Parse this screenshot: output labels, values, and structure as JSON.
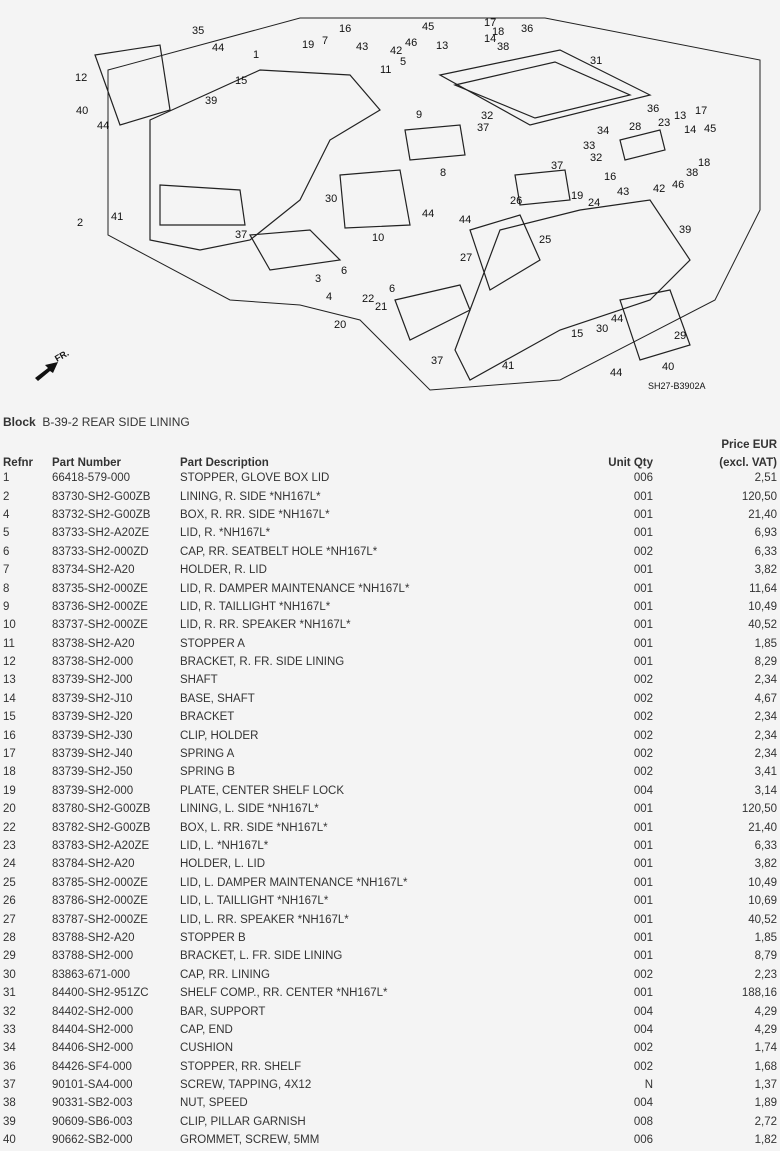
{
  "diagram": {
    "code": "SH27-B3902A",
    "direction_label": "FR.",
    "callouts": [
      "35",
      "44",
      "12",
      "15",
      "39",
      "40",
      "44",
      "1",
      "19",
      "16",
      "7",
      "43",
      "45",
      "46",
      "42",
      "13",
      "17",
      "18",
      "36",
      "14",
      "38",
      "5",
      "11",
      "31",
      "9",
      "32",
      "37",
      "36",
      "34",
      "28",
      "23",
      "13",
      "14",
      "17",
      "45",
      "33",
      "32",
      "37",
      "18",
      "38",
      "46",
      "42",
      "8",
      "16",
      "43",
      "19",
      "26",
      "24",
      "30",
      "44",
      "2",
      "41",
      "37",
      "10",
      "44",
      "25",
      "39",
      "6",
      "3",
      "4",
      "27",
      "6",
      "22",
      "21",
      "20",
      "15",
      "30",
      "44",
      "29",
      "37",
      "41",
      "40",
      "44"
    ]
  },
  "block": {
    "label": "Block",
    "value": "B-39-2 REAR SIDE LINING"
  },
  "table": {
    "headers": {
      "refnr": "Refnr",
      "part_number": "Part Number",
      "description": "Part Description",
      "qty": "Unit Qty",
      "price_line1": "Price EUR",
      "price_line2": "(excl. VAT)"
    },
    "rows": [
      [
        "1",
        "66418-579-000",
        "STOPPER, GLOVE BOX LID",
        "006",
        "2,51"
      ],
      [
        "2",
        "83730-SH2-G00ZB",
        "LINING, R. SIDE *NH167L*",
        "001",
        "120,50"
      ],
      [
        "4",
        "83732-SH2-G00ZB",
        "BOX, R. RR. SIDE *NH167L*",
        "001",
        "21,40"
      ],
      [
        "5",
        "83733-SH2-A20ZE",
        "LID, R. *NH167L*",
        "001",
        "6,93"
      ],
      [
        "6",
        "83733-SH2-000ZD",
        "CAP, RR. SEATBELT HOLE *NH167L*",
        "002",
        "6,33"
      ],
      [
        "7",
        "83734-SH2-A20",
        "HOLDER, R. LID",
        "001",
        "3,82"
      ],
      [
        "8",
        "83735-SH2-000ZE",
        "LID, R. DAMPER MAINTENANCE *NH167L*",
        "001",
        "11,64"
      ],
      [
        "9",
        "83736-SH2-000ZE",
        "LID, R. TAILLIGHT *NH167L*",
        "001",
        "10,49"
      ],
      [
        "10",
        "83737-SH2-000ZE",
        "LID, R. RR. SPEAKER *NH167L*",
        "001",
        "40,52"
      ],
      [
        "11",
        "83738-SH2-A20",
        "STOPPER A",
        "001",
        "1,85"
      ],
      [
        "12",
        "83738-SH2-000",
        "BRACKET, R. FR. SIDE LINING",
        "001",
        "8,29"
      ],
      [
        "13",
        "83739-SH2-J00",
        "SHAFT",
        "002",
        "2,34"
      ],
      [
        "14",
        "83739-SH2-J10",
        "BASE, SHAFT",
        "002",
        "4,67"
      ],
      [
        "15",
        "83739-SH2-J20",
        "BRACKET",
        "002",
        "2,34"
      ],
      [
        "16",
        "83739-SH2-J30",
        "CLIP, HOLDER",
        "002",
        "2,34"
      ],
      [
        "17",
        "83739-SH2-J40",
        "SPRING A",
        "002",
        "2,34"
      ],
      [
        "18",
        "83739-SH2-J50",
        "SPRING B",
        "002",
        "3,41"
      ],
      [
        "19",
        "83739-SH2-000",
        "PLATE, CENTER SHELF LOCK",
        "004",
        "3,14"
      ],
      [
        "20",
        "83780-SH2-G00ZB",
        "LINING, L. SIDE *NH167L*",
        "001",
        "120,50"
      ],
      [
        "22",
        "83782-SH2-G00ZB",
        "BOX, L. RR. SIDE *NH167L*",
        "001",
        "21,40"
      ],
      [
        "23",
        "83783-SH2-A20ZE",
        "LID, L. *NH167L*",
        "001",
        "6,33"
      ],
      [
        "24",
        "83784-SH2-A20",
        "HOLDER, L. LID",
        "001",
        "3,82"
      ],
      [
        "25",
        "83785-SH2-000ZE",
        "LID, L. DAMPER MAINTENANCE *NH167L*",
        "001",
        "10,49"
      ],
      [
        "26",
        "83786-SH2-000ZE",
        "LID, L. TAILLIGHT *NH167L*",
        "001",
        "10,69"
      ],
      [
        "27",
        "83787-SH2-000ZE",
        "LID, L. RR. SPEAKER *NH167L*",
        "001",
        "40,52"
      ],
      [
        "28",
        "83788-SH2-A20",
        "STOPPER B",
        "001",
        "1,85"
      ],
      [
        "29",
        "83788-SH2-000",
        "BRACKET, L. FR. SIDE LINING",
        "001",
        "8,79"
      ],
      [
        "30",
        "83863-671-000",
        "CAP, RR. LINING",
        "002",
        "2,23"
      ],
      [
        "31",
        "84400-SH2-951ZC",
        "SHELF COMP., RR. CENTER *NH167L*",
        "001",
        "188,16"
      ],
      [
        "32",
        "84402-SH2-000",
        "BAR, SUPPORT",
        "004",
        "4,29"
      ],
      [
        "33",
        "84404-SH2-000",
        "CAP, END",
        "004",
        "4,29"
      ],
      [
        "34",
        "84406-SH2-000",
        "CUSHION",
        "002",
        "1,74"
      ],
      [
        "36",
        "84426-SF4-000",
        "STOPPER, RR. SHELF",
        "002",
        "1,68"
      ],
      [
        "37",
        "90101-SA4-000",
        "SCREW, TAPPING, 4X12",
        "N",
        "1,37"
      ],
      [
        "38",
        "90331-SB2-003",
        "NUT, SPEED",
        "004",
        "1,89"
      ],
      [
        "39",
        "90609-SB6-003",
        "CLIP, PILLAR GARNISH",
        "008",
        "2,72"
      ],
      [
        "40",
        "90662-SB2-000",
        "GROMMET, SCREW, 5MM",
        "006",
        "1,82"
      ]
    ]
  }
}
